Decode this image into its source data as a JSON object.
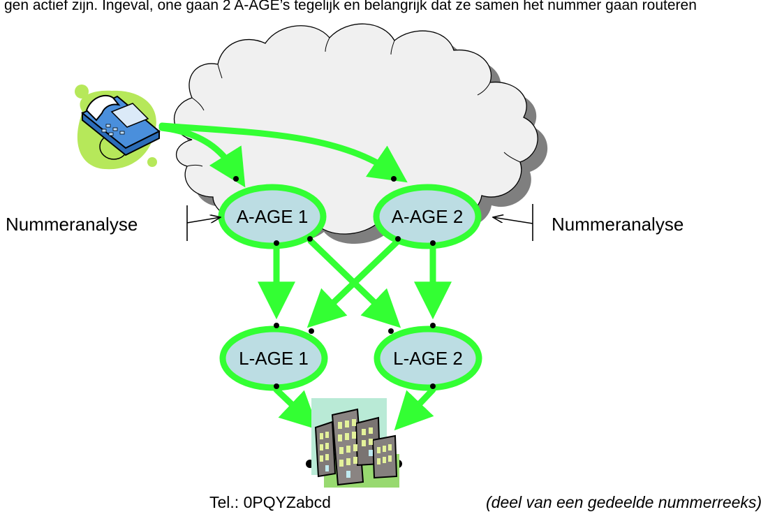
{
  "top_text": "gen actief zijn. Ingeval, one gaan 2 A-AGE’s tegelijk en belangrijk dat ze samen het nummer gaan routeren",
  "nodes": {
    "a_age_1": "A-AGE 1",
    "a_age_2": "A-AGE 2",
    "l_age_1": "L-AGE 1",
    "l_age_2": "L-AGE 2"
  },
  "labels": {
    "left_analysis": "Nummeranalyse",
    "right_analysis": "Nummeranalyse"
  },
  "caption": {
    "tel": "Tel.: 0PQYZabcd",
    "note": "(deel van een gedeelde nummerreeks)"
  },
  "colors": {
    "node_fill": "#bcdde3",
    "arrow": "#33ff33",
    "cloud_fill": "#f0f0f0",
    "cloud_shadow": "#7f7f7f",
    "phone_blob": "#b6e85a",
    "phone_body": "#4a8fdc"
  },
  "icons": {
    "phone": "desk-phone-icon",
    "building": "office-building-icon",
    "cloud": "network-cloud"
  }
}
